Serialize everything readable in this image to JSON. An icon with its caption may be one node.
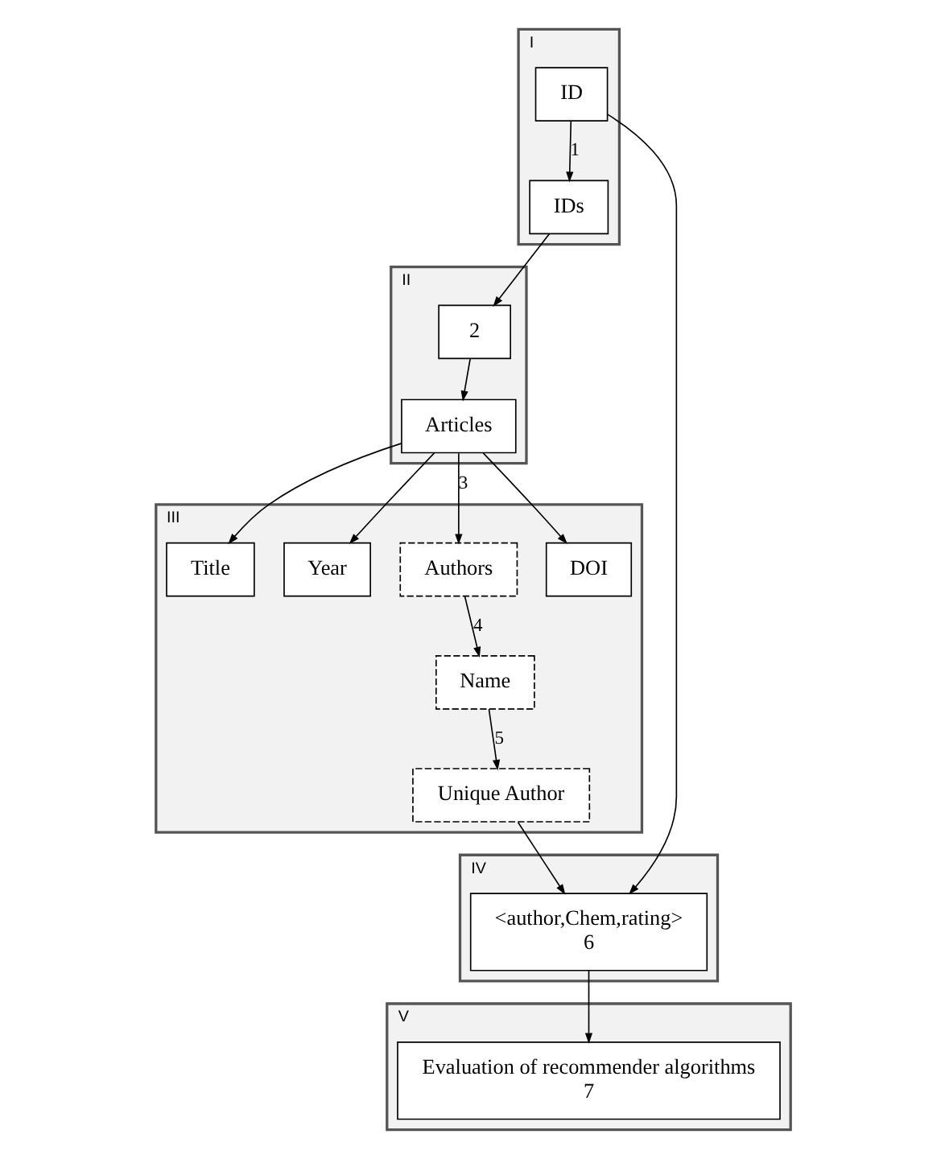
{
  "diagram": {
    "nodes": [
      {
        "text": [
          "I"
        ]
      },
      {
        "text": [
          "ID"
        ],
        "in": 0
      },
      {
        "text": [
          "IDs"
        ],
        "in": 0
      },
      {
        "text": [
          "II"
        ]
      },
      {
        "text": [
          "2"
        ],
        "in": 3
      },
      {
        "text": [
          "Articles"
        ],
        "in": 3
      },
      {
        "text": [
          "III"
        ]
      },
      {
        "text": [
          "Title"
        ],
        "in": 6
      },
      {
        "text": [
          "Year"
        ],
        "in": 6
      },
      {
        "text": [
          "Authors"
        ],
        "in": 6
      },
      {
        "text": [
          "DOI"
        ],
        "in": 6
      },
      {
        "text": [
          "Name"
        ],
        "in": 6
      },
      {
        "text": [
          "Unique Author"
        ],
        "in": 6
      },
      {
        "text": [
          "IV"
        ]
      },
      {
        "text": [
          "<author,Chem,rating>",
          "6"
        ],
        "in": 13
      },
      {
        "text": [
          "V"
        ]
      },
      {
        "text": [
          "Evaluation of recommender algorithms",
          "7"
        ],
        "in": 15
      }
    ],
    "edges": [
      {
        "from": 1,
        "to": 2,
        "arrow": "to",
        "label": "1"
      },
      {
        "from": 2,
        "to": 4,
        "arrow": "to"
      },
      {
        "from": 4,
        "to": 5,
        "arrow": "to"
      },
      {
        "from": 5,
        "to": 7,
        "arrow": "to"
      },
      {
        "from": 5,
        "to": 8,
        "arrow": "to"
      },
      {
        "from": 5,
        "to": 9,
        "arrow": "to",
        "label": "3"
      },
      {
        "from": 5,
        "to": 10,
        "arrow": "to"
      },
      {
        "from": 9,
        "to": 11,
        "arrow": "to",
        "label": "4"
      },
      {
        "from": 11,
        "to": 12,
        "arrow": "to",
        "label": "5"
      },
      {
        "from": 12,
        "to": 14,
        "arrow": "to"
      },
      {
        "from": 1,
        "to": 14,
        "arrow": "to"
      },
      {
        "from": 14,
        "to": 16,
        "arrow": "to"
      }
    ]
  }
}
